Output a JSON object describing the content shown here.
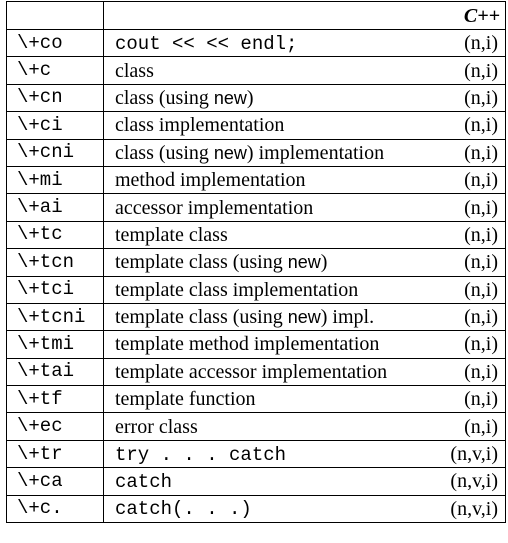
{
  "header": {
    "language": "C++"
  },
  "rows": [
    {
      "cmd": "\\+co",
      "desc": "cout << << endl;",
      "desc_style": "mono",
      "mode": "(n,i)"
    },
    {
      "cmd": "\\+c",
      "desc": "class",
      "mode": "(n,i)"
    },
    {
      "cmd": "\\+cn",
      "desc_pre": "class (using ",
      "desc_kw": "new",
      "desc_post": ")",
      "mode": "(n,i)"
    },
    {
      "cmd": "\\+ci",
      "desc": "class implementation",
      "mode": "(n,i)"
    },
    {
      "cmd": "\\+cni",
      "desc_pre": "class (using ",
      "desc_kw": "new",
      "desc_post": ") implementation",
      "mode": "(n,i)"
    },
    {
      "cmd": "\\+mi",
      "desc": "method implementation",
      "mode": "(n,i)"
    },
    {
      "cmd": "\\+ai",
      "desc": "accessor implementation",
      "mode": "(n,i)"
    },
    {
      "cmd": "\\+tc",
      "desc": "template class",
      "mode": "(n,i)"
    },
    {
      "cmd": "\\+tcn",
      "desc_pre": "template class (using ",
      "desc_kw": "new",
      "desc_post": ")",
      "mode": "(n,i)"
    },
    {
      "cmd": "\\+tci",
      "desc": "template class implementation",
      "mode": "(n,i)"
    },
    {
      "cmd": "\\+tcni",
      "desc_pre": "template class (using ",
      "desc_kw": "new",
      "desc_post": ") impl.",
      "mode": "(n,i)"
    },
    {
      "cmd": "\\+tmi",
      "desc": "template method implementation",
      "mode": "(n,i)"
    },
    {
      "cmd": "\\+tai",
      "desc": "template accessor implementation",
      "mode": "(n,i)"
    },
    {
      "cmd": "\\+tf",
      "desc": "template function",
      "mode": "(n,i)"
    },
    {
      "cmd": "\\+ec",
      "desc": "error class",
      "mode": "(n,i)"
    },
    {
      "cmd": "\\+tr",
      "desc": "try . . . catch",
      "desc_style": "mono",
      "mode": "(n,v,i)"
    },
    {
      "cmd": "\\+ca",
      "desc": "catch",
      "desc_style": "mono",
      "mode": "(n,v,i)"
    },
    {
      "cmd": "\\+c.",
      "desc": "catch(. . .)",
      "desc_style": "mono",
      "mode": "(n,v,i)"
    }
  ]
}
